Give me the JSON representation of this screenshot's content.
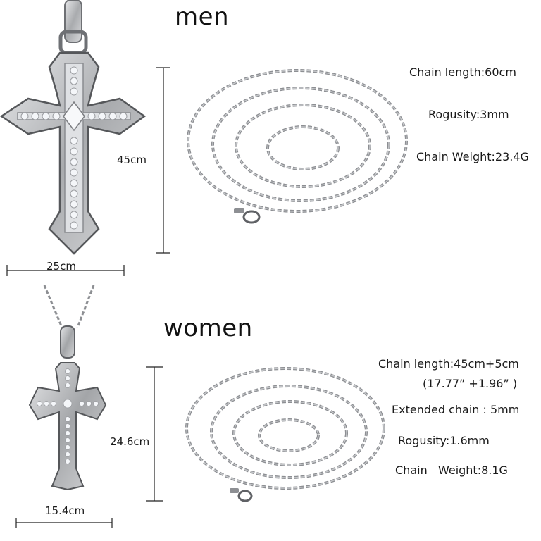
{
  "men": {
    "heading": "men",
    "height_label": "45cm",
    "width_label": "25cm",
    "specs": {
      "chain_length": "Chain length:60cm",
      "rogusity": "Rogusity:3mm",
      "chain_weight": "Chain Weight:23.4G"
    }
  },
  "women": {
    "heading": "women",
    "height_label": "24.6cm",
    "width_label": "15.4cm",
    "specs": {
      "chain_length": "Chain length:45cm+5cm",
      "chain_length_inches": "(17.77” +1.96” )",
      "extended_chain": "Extended chain : 5mm",
      "rogusity": "Rogusity:1.6mm",
      "chain_weight": "Chain   Weight:8.1G"
    }
  },
  "colors": {
    "metal": "#c9cbce",
    "metal_dark": "#6e7074",
    "stone": "#f4f6f9",
    "dimension_line": "#222222"
  },
  "icons": [
    "cross-pendant",
    "chain-coil",
    "dimension-arrow"
  ]
}
